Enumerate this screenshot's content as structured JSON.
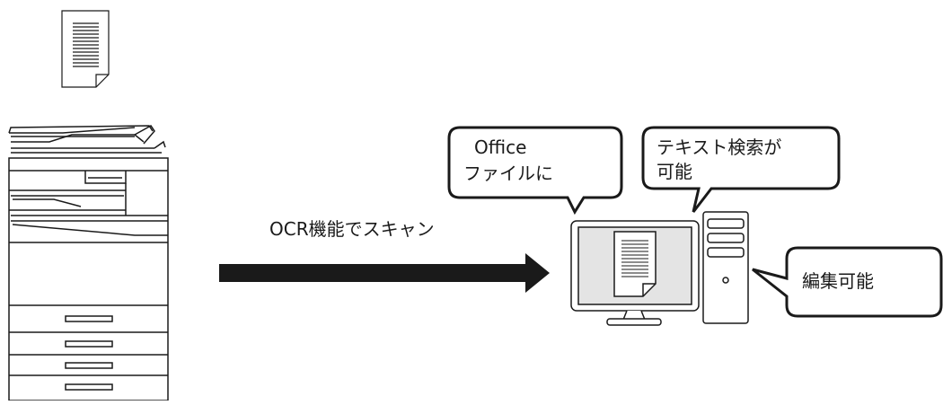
{
  "flow": {
    "arrow_label": "OCR機能でスキャン"
  },
  "callouts": {
    "office": {
      "line1": "Office",
      "line2": "ファイルに"
    },
    "search": {
      "line1": "テキスト検索が",
      "line2": "可能"
    },
    "edit": {
      "line1": "編集可能"
    }
  },
  "icons": {
    "paper": "document-icon",
    "mfp": "multifunction-printer-icon",
    "monitor": "monitor-icon",
    "tower": "pc-tower-icon",
    "arrow": "right-arrow-icon"
  },
  "colors": {
    "stroke": "#1a1a1a",
    "screen": "#e4e4e4",
    "arrow": "#1a1a1a"
  }
}
